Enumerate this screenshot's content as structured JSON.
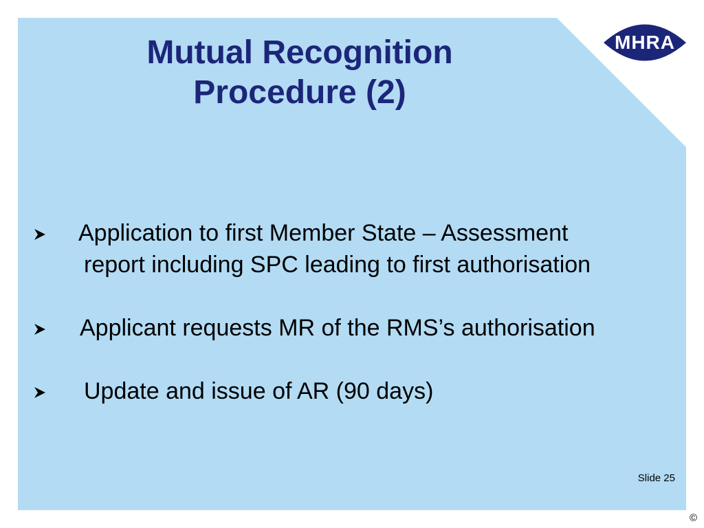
{
  "slide": {
    "title_line1": "Mutual Recognition",
    "title_line2": "Procedure (2)",
    "bullets": [
      {
        "line1": "Application to first Member State – Assessment",
        "line2": "report including SPC leading to first authorisation"
      },
      {
        "line1": "Applicant requests MR of the RMS’s authorisation"
      },
      {
        "line1": "Update and issue of AR (90 days)"
      }
    ],
    "slide_number": "Slide 25",
    "copyright": "©"
  },
  "logo": {
    "text": "MHRA",
    "color": "#1c2679"
  },
  "colors": {
    "panel": "#b3dbf4",
    "title": "#1c2679",
    "body_text": "#000000"
  },
  "icons": {
    "bullet": "arrow-bullet-icon"
  }
}
